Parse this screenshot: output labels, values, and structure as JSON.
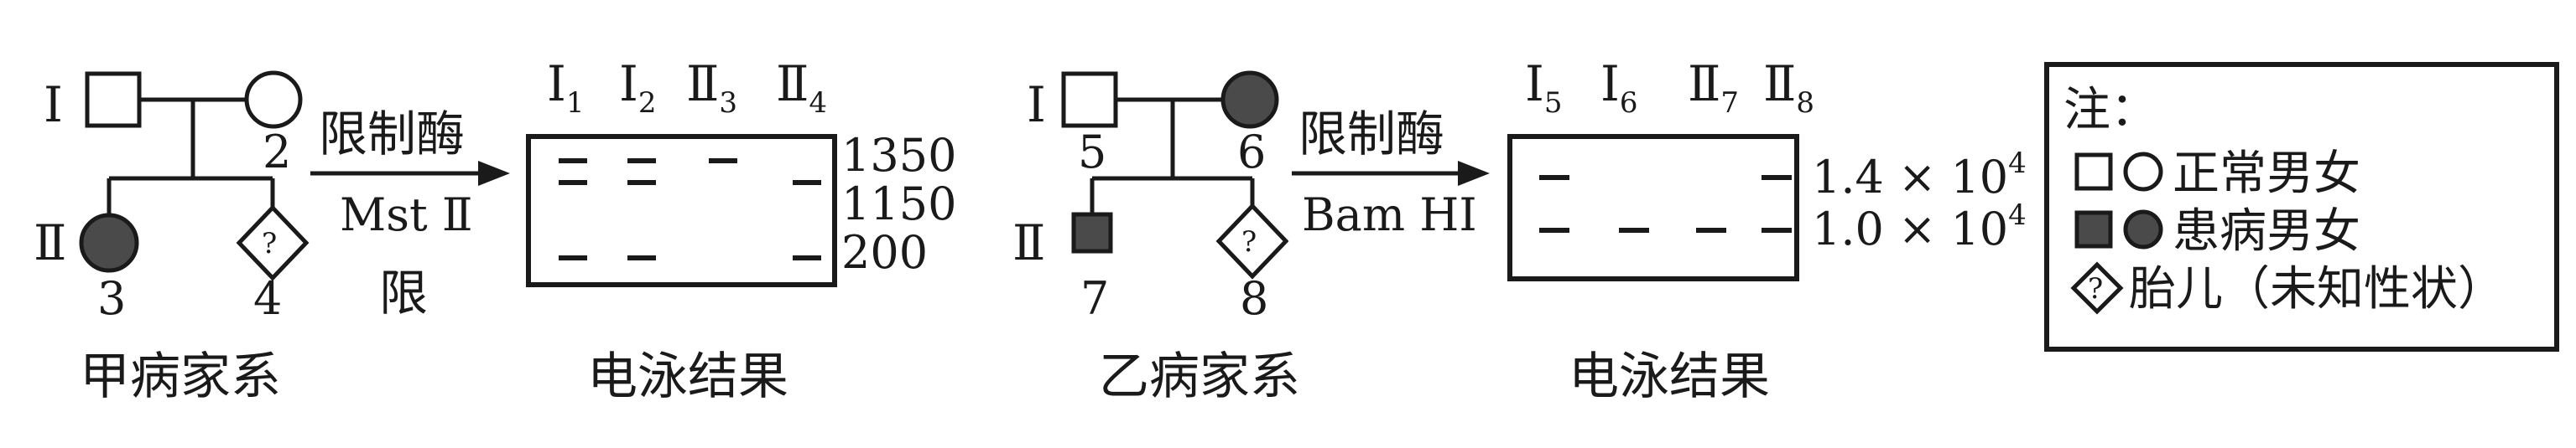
{
  "familyA": {
    "caption": "甲病家系",
    "gen1": "Ⅰ",
    "gen2": "Ⅱ",
    "ind2": "2",
    "ind3": "3",
    "ind4": "4",
    "fetus_mark": "?"
  },
  "arrowA": {
    "enzyme": "限制酶",
    "name": "Mst Ⅱ",
    "extra": "限"
  },
  "gelA": {
    "caption": "电泳结果",
    "lanes": [
      {
        "roman": "Ⅰ",
        "sub": "1"
      },
      {
        "roman": "Ⅰ",
        "sub": "2"
      },
      {
        "roman": "Ⅱ",
        "sub": "3"
      },
      {
        "roman": "Ⅱ",
        "sub": "4"
      }
    ],
    "sizes": [
      "1350",
      "1150",
      "200"
    ],
    "bands": [
      {
        "lane": 0,
        "size": "1350"
      },
      {
        "lane": 0,
        "size": "1150"
      },
      {
        "lane": 0,
        "size": "200"
      },
      {
        "lane": 1,
        "size": "1350"
      },
      {
        "lane": 1,
        "size": "1150"
      },
      {
        "lane": 1,
        "size": "200"
      },
      {
        "lane": 2,
        "size": "1350"
      },
      {
        "lane": 3,
        "size": "1150"
      },
      {
        "lane": 3,
        "size": "200"
      }
    ]
  },
  "familyB": {
    "caption": "乙病家系",
    "gen1": "Ⅰ",
    "gen2": "Ⅱ",
    "ind5": "5",
    "ind6": "6",
    "ind7": "7",
    "ind8": "8",
    "fetus_mark": "?"
  },
  "arrowB": {
    "enzyme": "限制酶",
    "name": "Bam HI"
  },
  "gelB": {
    "caption": "电泳结果",
    "lanes": [
      {
        "roman": "Ⅰ",
        "sub": "5"
      },
      {
        "roman": "Ⅰ",
        "sub": "6"
      },
      {
        "roman": "Ⅱ",
        "sub": "7"
      },
      {
        "roman": "Ⅱ",
        "sub": "8"
      }
    ],
    "sizes": [
      {
        "base": "1.4 × 10",
        "exp": "4"
      },
      {
        "base": "1.0 × 10",
        "exp": "4"
      }
    ],
    "bands": [
      {
        "lane": 0,
        "size": 0
      },
      {
        "lane": 0,
        "size": 1
      },
      {
        "lane": 1,
        "size": 1
      },
      {
        "lane": 2,
        "size": 1
      },
      {
        "lane": 3,
        "size": 0
      },
      {
        "lane": 3,
        "size": 1
      }
    ]
  },
  "legend": {
    "title": "注：",
    "normal": "正常男女",
    "affected": "患病男女",
    "fetus": "胎儿（未知性状）",
    "fetus_mark": "?"
  }
}
